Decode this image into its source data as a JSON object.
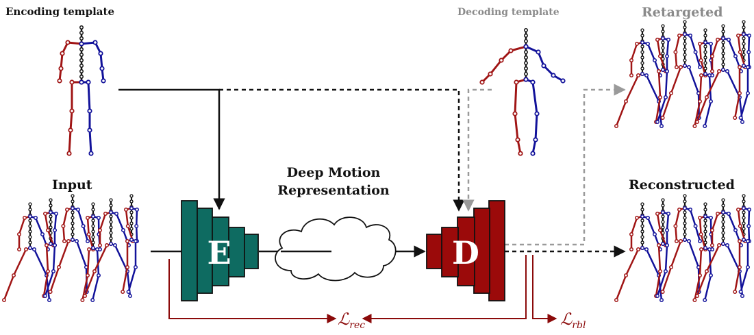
{
  "labels": {
    "encoding_template": "Encoding template",
    "decoding_template": "Decoding template",
    "retargeted": "Retargeted",
    "input": "Input",
    "reconstructed": "Reconstructed",
    "deep_motion_line1": "Deep Motion",
    "deep_motion_line2": "Representation",
    "encoder_letter": "E",
    "decoder_letter": "D",
    "loss_rec_symbol": "ℒ",
    "loss_rec_sub": "rec",
    "loss_rbl_symbol": "ℒ",
    "loss_rbl_sub": "rbl"
  },
  "colors": {
    "encoder": "#0e6b61",
    "decoder": "#9b0a0a",
    "left_limb": "#a01515",
    "right_limb": "#12129a",
    "spine": "#111111",
    "gray_arrow": "#9a9a9a",
    "loss": "#8b0a0a"
  }
}
